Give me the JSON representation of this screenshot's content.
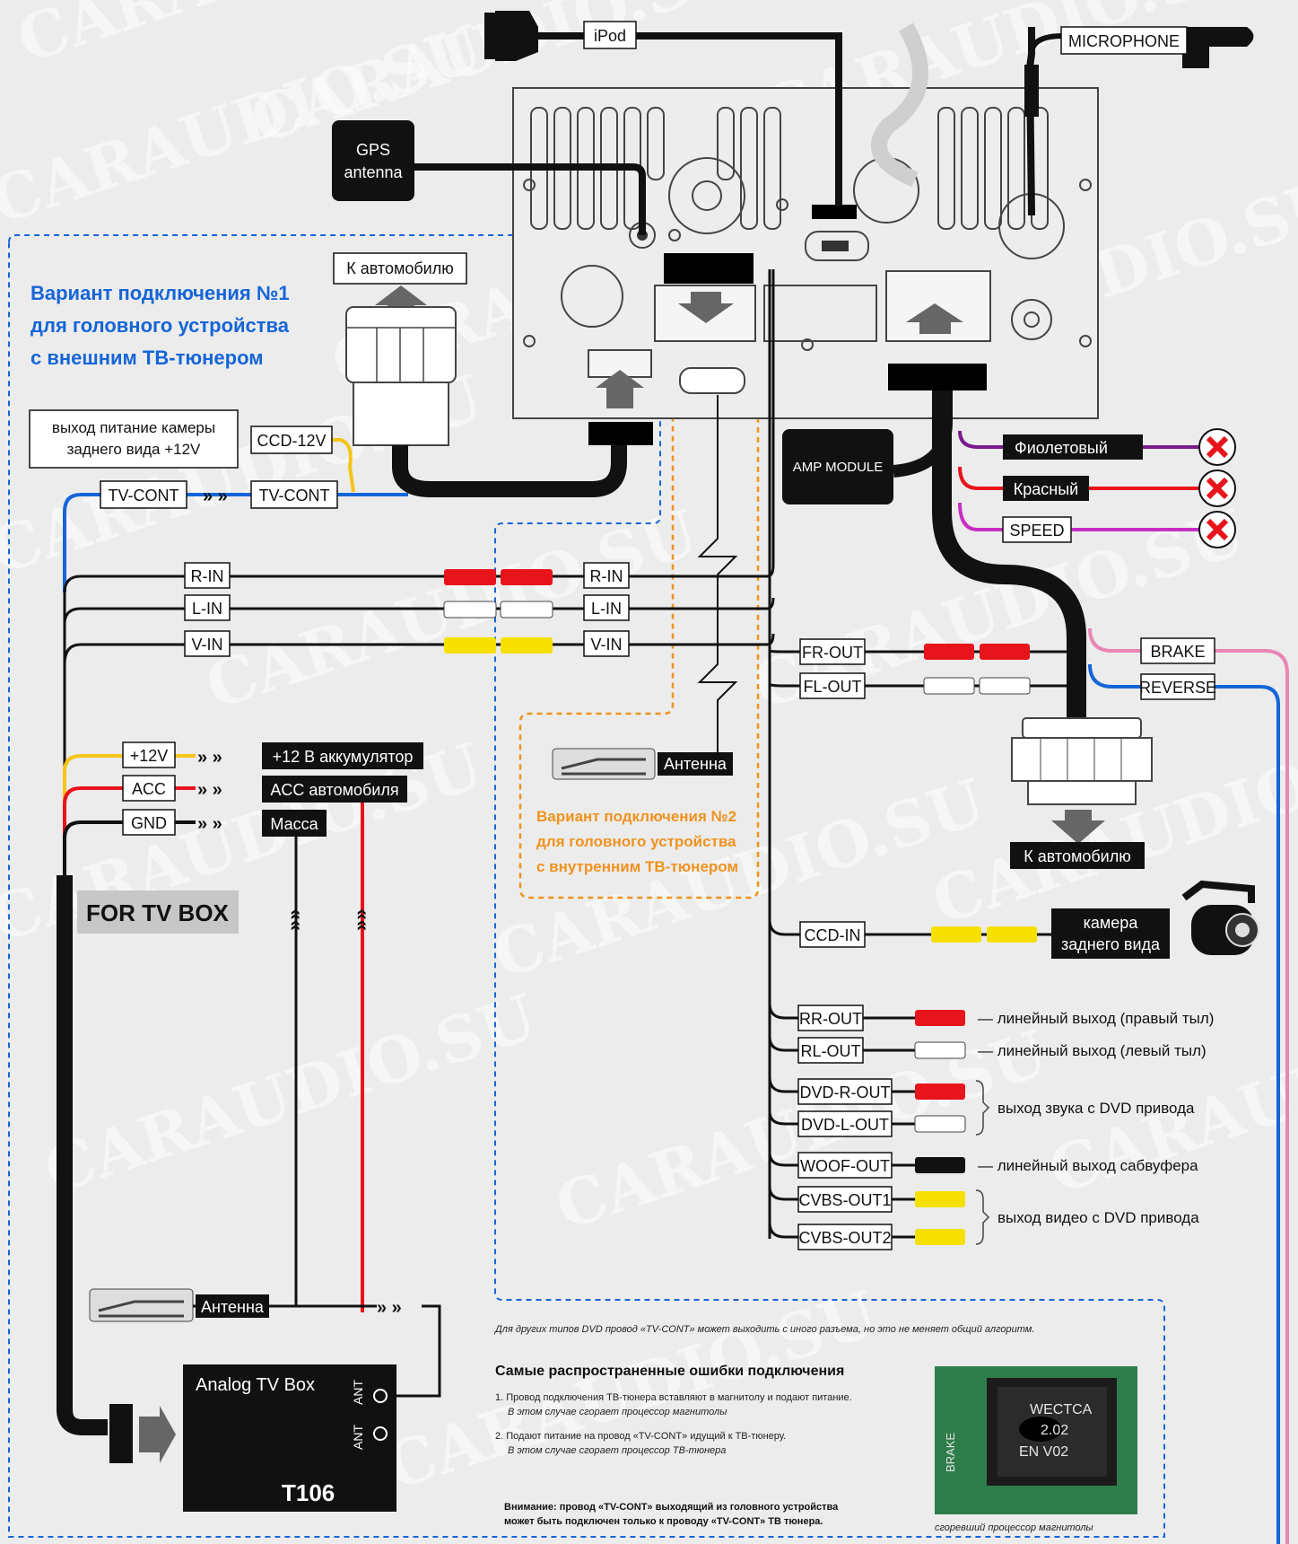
{
  "watermark": "CARAUDIO.SU",
  "variant1": {
    "lines": [
      "Вариант подключения №1",
      "для головного устройства",
      "с внешним ТВ-тюнером"
    ]
  },
  "variant2": {
    "lines": [
      "Вариант подключения №2",
      "для головного устройства",
      "с внутренним ТВ-тюнером"
    ]
  },
  "top_connectors": {
    "ipod": "iPod",
    "microphone": "MICROPHONE",
    "gps_line1": "GPS",
    "gps_line2": "antenna",
    "to_car_top": "К автомобилю",
    "to_car_bottom": "К автомобилю",
    "amp_module": "AMP MODULE"
  },
  "camera_power": {
    "line1": "выход питание камеры",
    "line2": "заднего вида +12V",
    "ccd12v": "CCD-12V"
  },
  "tv_cont": {
    "left": "TV-CONT",
    "right": "TV-CONT"
  },
  "av_inputs": {
    "left": [
      "R-IN",
      "L-IN",
      "V-IN"
    ],
    "right": [
      "R-IN",
      "L-IN",
      "V-IN"
    ]
  },
  "power": {
    "p12": "+12V",
    "acc": "ACC",
    "gnd": "GND",
    "p12_target": "+12 В аккумулятор",
    "acc_target": "ACC автомобиля",
    "gnd_target": "Масса"
  },
  "for_tv_box": "FOR TV BOX",
  "antenna_left": "Антенна",
  "antenna_mid": "Антенна",
  "tv_box": {
    "title": "Analog TV Box",
    "model": "T106",
    "ant1": "ANT",
    "ant2": "ANT"
  },
  "unused_wires": [
    "Фиолетовый",
    "Красный",
    "SPEED"
  ],
  "front_out": [
    "FR-OUT",
    "FL-OUT"
  ],
  "brake_reverse": [
    "BRAKE",
    "REVERSE"
  ],
  "camera": {
    "input": "CCD-IN",
    "line1": "камера",
    "line2": "заднего вида"
  },
  "outputs": [
    {
      "label": "RR-OUT",
      "desc": "— линейный выход (правый тыл)"
    },
    {
      "label": "RL-OUT",
      "desc": "— линейный выход (левый тыл)"
    },
    {
      "label": "DVD-R-OUT",
      "desc": ""
    },
    {
      "label": "DVD-L-OUT",
      "desc": ""
    },
    {
      "label": "WOOF-OUT",
      "desc": "— линейный выход сабвуфера"
    },
    {
      "label": "CVBS-OUT1",
      "desc": ""
    },
    {
      "label": "CVBS-OUT2",
      "desc": ""
    }
  ],
  "group_desc": {
    "dvd_audio": "выход звука с DVD привода",
    "dvd_video": "выход видео с DVD привода"
  },
  "notes": {
    "other_dvd": "Для других типов DVD провод «TV-CONT» может выходить с иного разъема, но это не меняет общий алгоритм.",
    "errors_title": "Самые распространенные ошибки подключения",
    "error1": "1. Провод подключения ТВ-тюнера вставляют в магнитолу и подают питание.",
    "error1_sub": "В этом случае сгорает процессор магнитолы",
    "error2": "2. Подают питание на провод «TV-CONT» идущий к ТВ-тюнеру.",
    "error2_sub": "В этом случае сгорает процессор ТВ-тюнера",
    "warning1": "Внимание: провод «TV-CONT» выходящий из головного устройства",
    "warning2": "может быть подключен только к проводу «TV-CONT» ТВ тюнера.",
    "chip_caption": "сгоревший процессор магнитолы",
    "chip_text1": "WECTCA",
    "chip_text2": "2.02",
    "chip_text3": "EN V02",
    "chip_brake": "BRAKE"
  },
  "colors": {
    "blue": "#1565d8",
    "orange": "#f0921e",
    "red": "#e8141b",
    "yellow": "#f5c518",
    "purple": "#7a1a8c",
    "magenta": "#c62ec4",
    "pink": "#e986b4",
    "pcb": "#2f7d4a"
  }
}
